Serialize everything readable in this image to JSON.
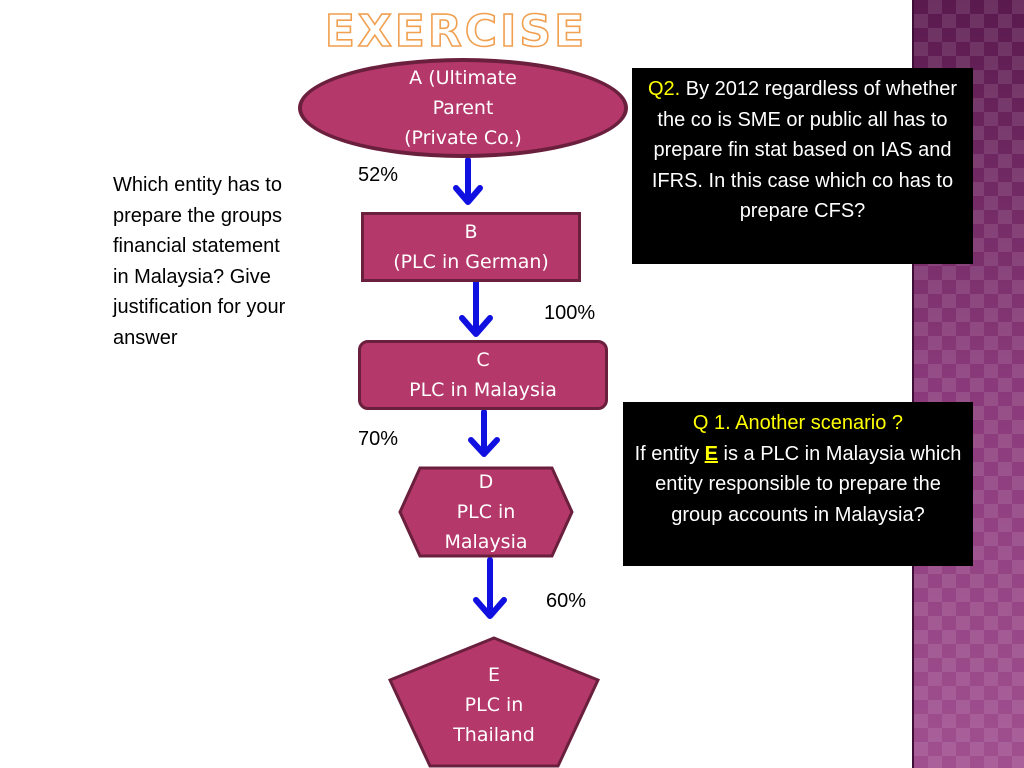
{
  "title": "EXERCISE",
  "nodes": {
    "a": "A (Ultimate\nParent\n(Private Co.)",
    "b": "B\n(PLC in German)",
    "c": "C\nPLC in Malaysia",
    "d": "D\nPLC in\nMalaysia",
    "e": "E\n PLC in\nThailand"
  },
  "percentages": {
    "a_to_b": "52%",
    "b_to_c": "100%",
    "c_to_d": "70%",
    "d_to_e": "60%"
  },
  "left_question": "Which entity has to prepare the groups financial statement in Malaysia? Give justification for your answer",
  "q2": {
    "label": "Q2.",
    "text": " By 2012 regardless of whether the co is SME or public all has to prepare fin stat based on IAS and IFRS. In this case which co has to prepare CFS?"
  },
  "q1": {
    "heading": "Q 1. Another scenario ?",
    "text_before": "If entity ",
    "entity": "E",
    "text_after": " is a PLC in Malaysia which entity responsible to prepare the group accounts in Malaysia?"
  },
  "colors": {
    "node_fill": "#b5386b",
    "node_border": "#6a1f3d",
    "arrow": "#1010e0",
    "highlight": "#ffff00",
    "title_outline": "#f0a050"
  }
}
